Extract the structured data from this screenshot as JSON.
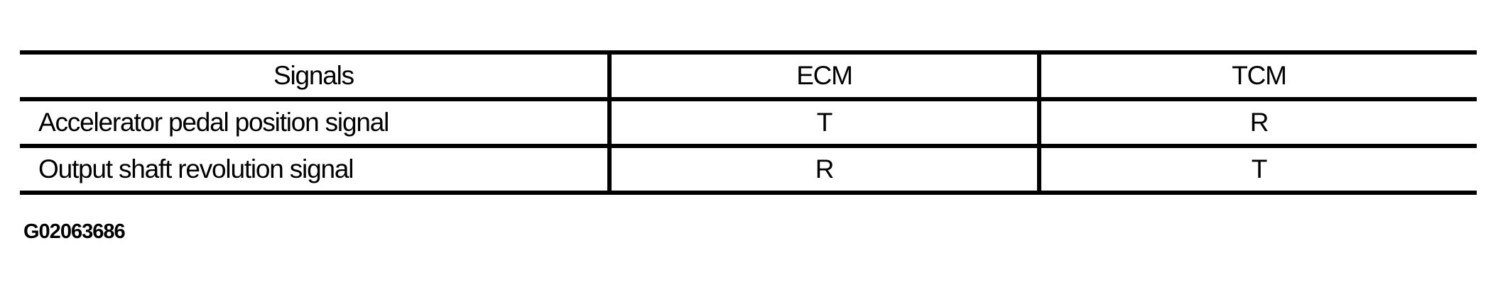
{
  "table": {
    "columns": [
      "Signals",
      "ECM",
      "TCM"
    ],
    "rows": [
      {
        "signal": "Accelerator pedal position signal",
        "ecm": "T",
        "tcm": "R"
      },
      {
        "signal": "Output shaft revolution signal",
        "ecm": "R",
        "tcm": "T"
      }
    ]
  },
  "figure_id": "G02063686",
  "colors": {
    "line": "#000000",
    "text": "#000000",
    "background": "#ffffff"
  }
}
